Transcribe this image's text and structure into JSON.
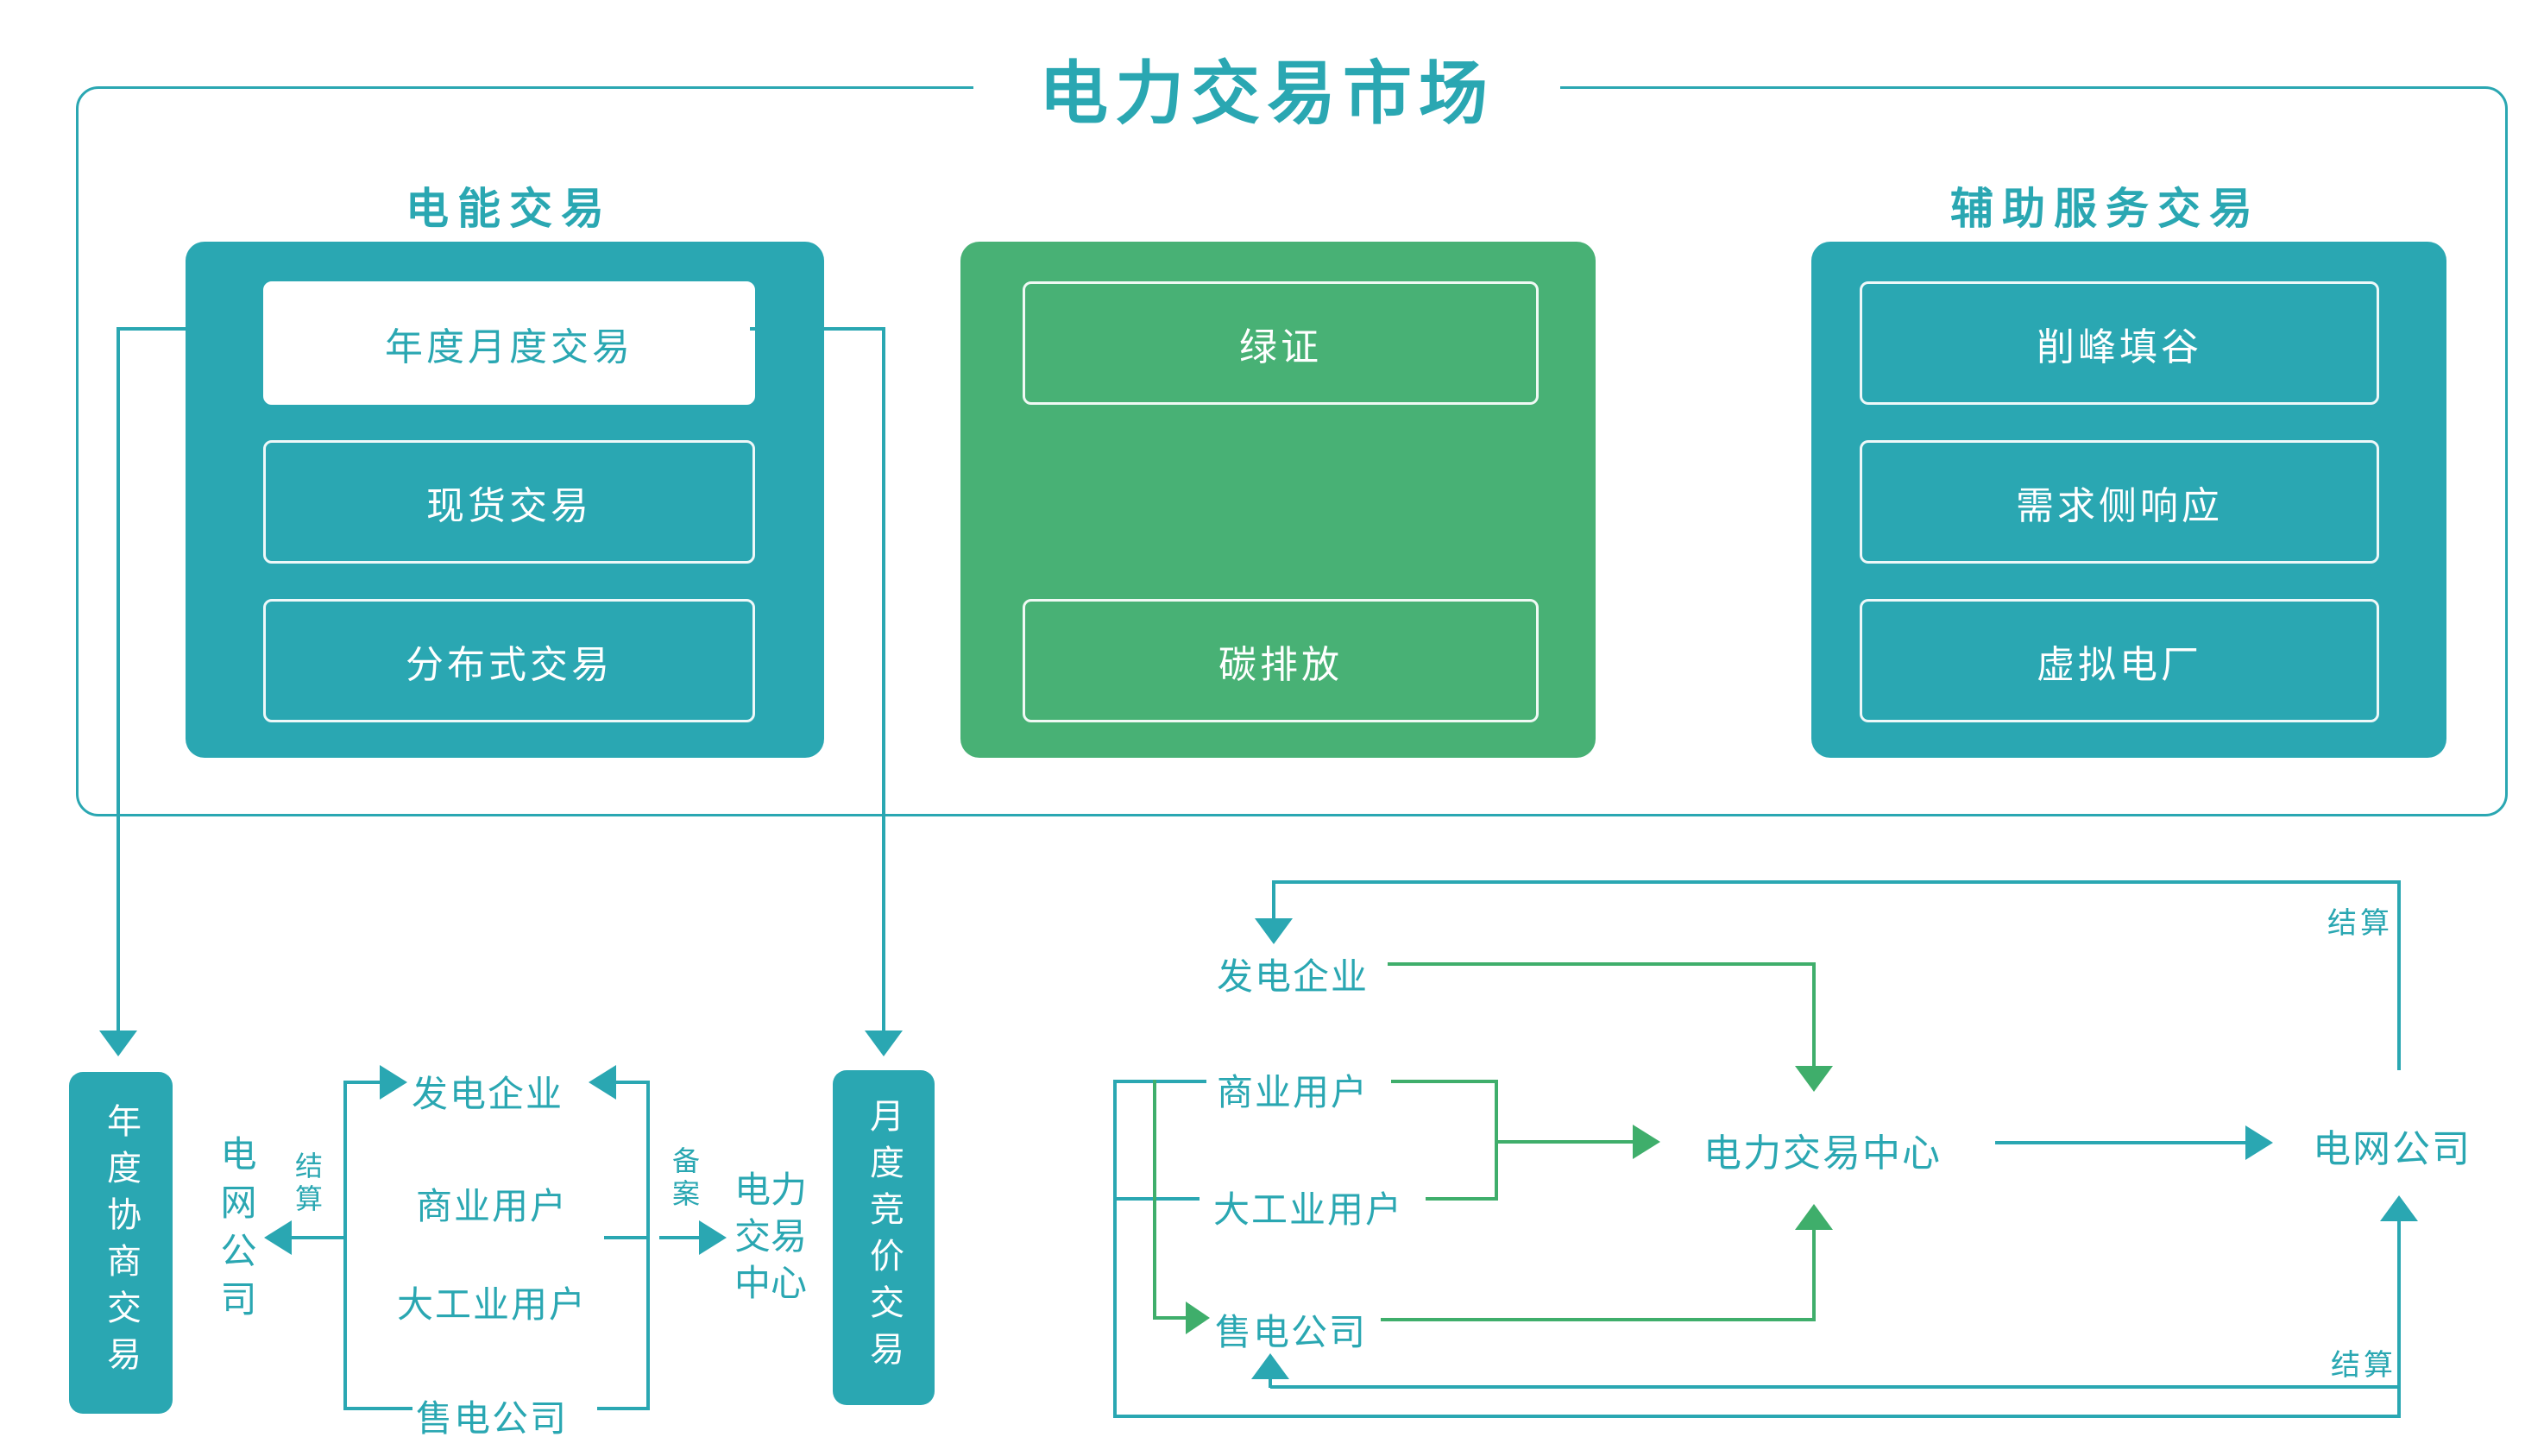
{
  "title": "电力交易市场",
  "colors": {
    "teal": "#2aa7b2",
    "green_panel": "#48b175",
    "green_line": "#3fae6b"
  },
  "sections": {
    "energy": {
      "header": "电能交易",
      "items": [
        "年度月度交易",
        "现货交易",
        "分布式交易"
      ]
    },
    "certificates": {
      "items": [
        "绿证",
        "碳排放"
      ]
    },
    "ancillary": {
      "header": "辅助服务交易",
      "items": [
        "削峰填谷",
        "需求侧响应",
        "虚拟电厂"
      ]
    }
  },
  "annual_flow": {
    "annual_box": "年度协商交易",
    "grid_company": "电网公司",
    "settlement_label": "结算",
    "generator": "发电企业",
    "commercial_user": "商业用户",
    "industrial_user": "大工业用户",
    "retail_company": "售电公司",
    "filing_label": "备案",
    "trade_center_lines": [
      "电力",
      "交易",
      "中心"
    ],
    "monthly_box": "月度竞价交易"
  },
  "monthly_flow": {
    "generator": "发电企业",
    "commercial_user": "商业用户",
    "industrial_user": "大工业用户",
    "retail_company": "售电公司",
    "trade_center": "电力交易中心",
    "grid_company": "电网公司",
    "settlement_top": "结算",
    "settlement_bottom": "结算"
  }
}
